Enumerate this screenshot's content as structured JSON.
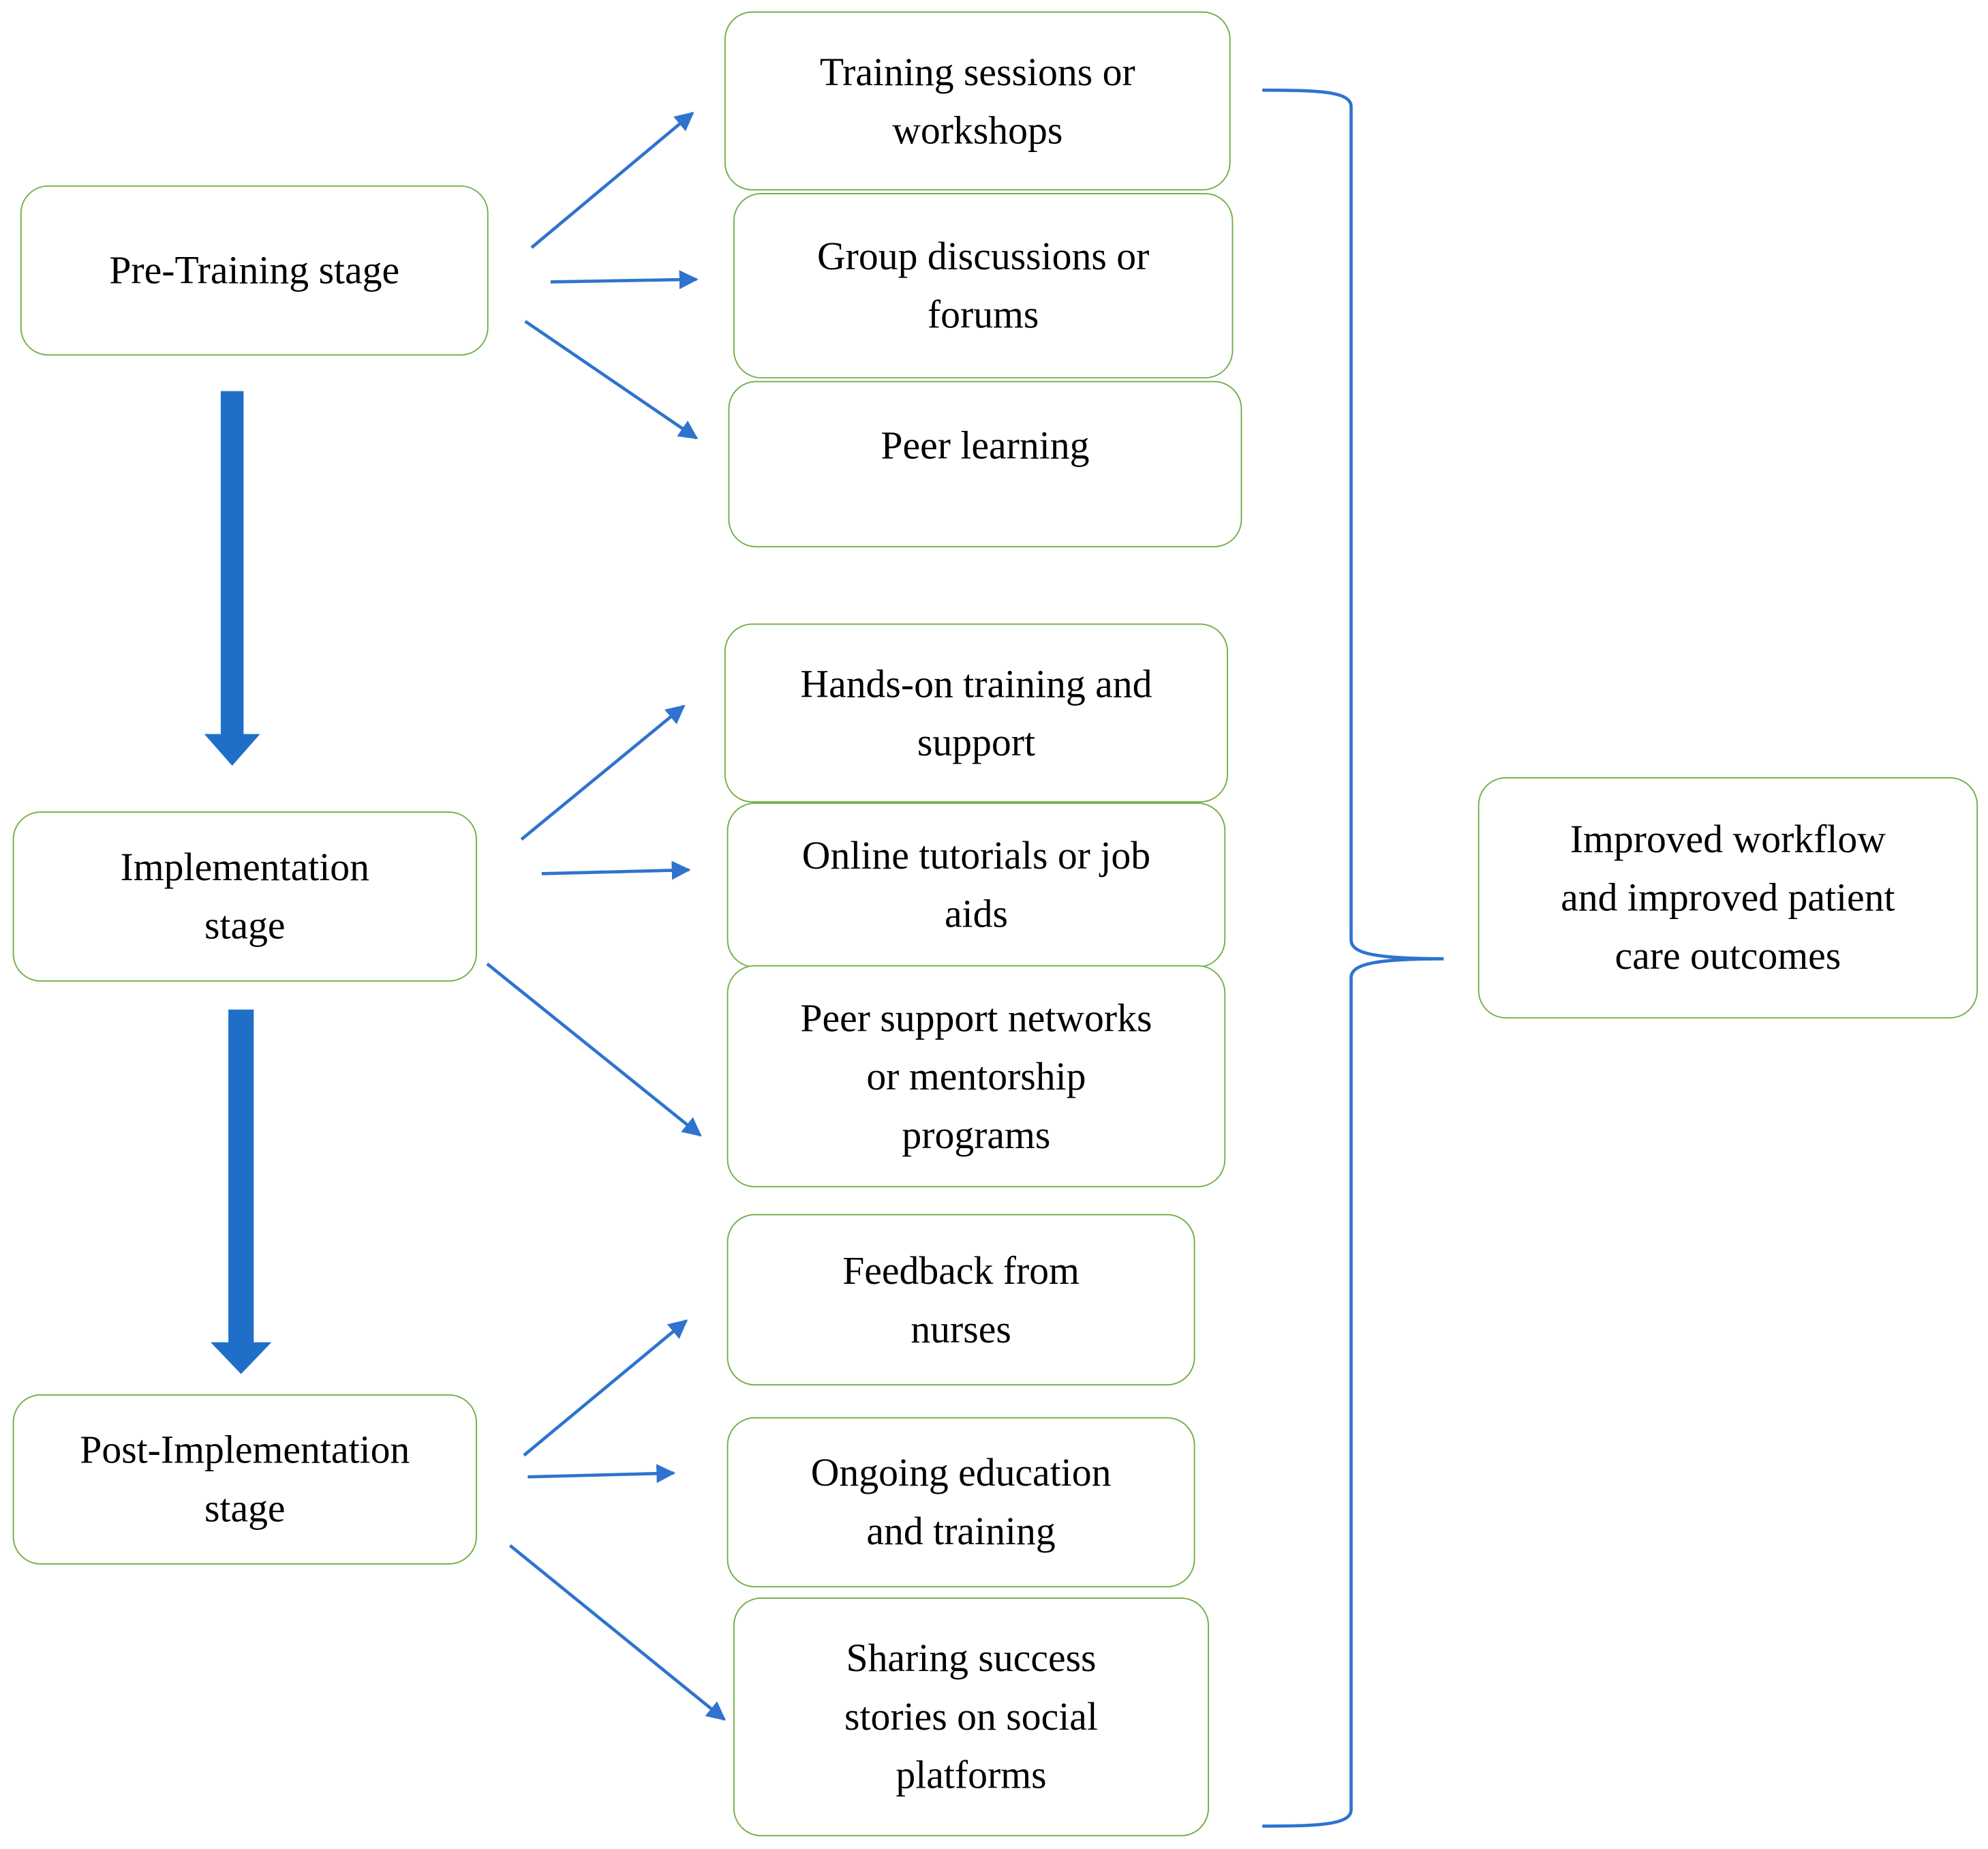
{
  "colors": {
    "box_border": "#70ad47",
    "arrow": "#2f73cf",
    "stage_arrow": "#1f6fc9",
    "text": "#000000",
    "background": "#ffffff"
  },
  "stages": [
    {
      "label": "Pre-Training stage",
      "activities": [
        "Training sessions or\nworkshops",
        "Group discussions or\nforums",
        "Peer learning"
      ]
    },
    {
      "label": "Implementation\nstage",
      "activities": [
        "Hands-on training and\nsupport",
        "Online tutorials or job\naids",
        "Peer support networks\nor mentorship\nprograms"
      ]
    },
    {
      "label": "Post-Implementation\nstage",
      "activities": [
        "Feedback from\nnurses",
        "Ongoing education\nand training",
        "Sharing success\nstories on social\nplatforms"
      ]
    }
  ],
  "outcome": {
    "label": "Improved workflow\nand improved patient\ncare outcomes"
  }
}
